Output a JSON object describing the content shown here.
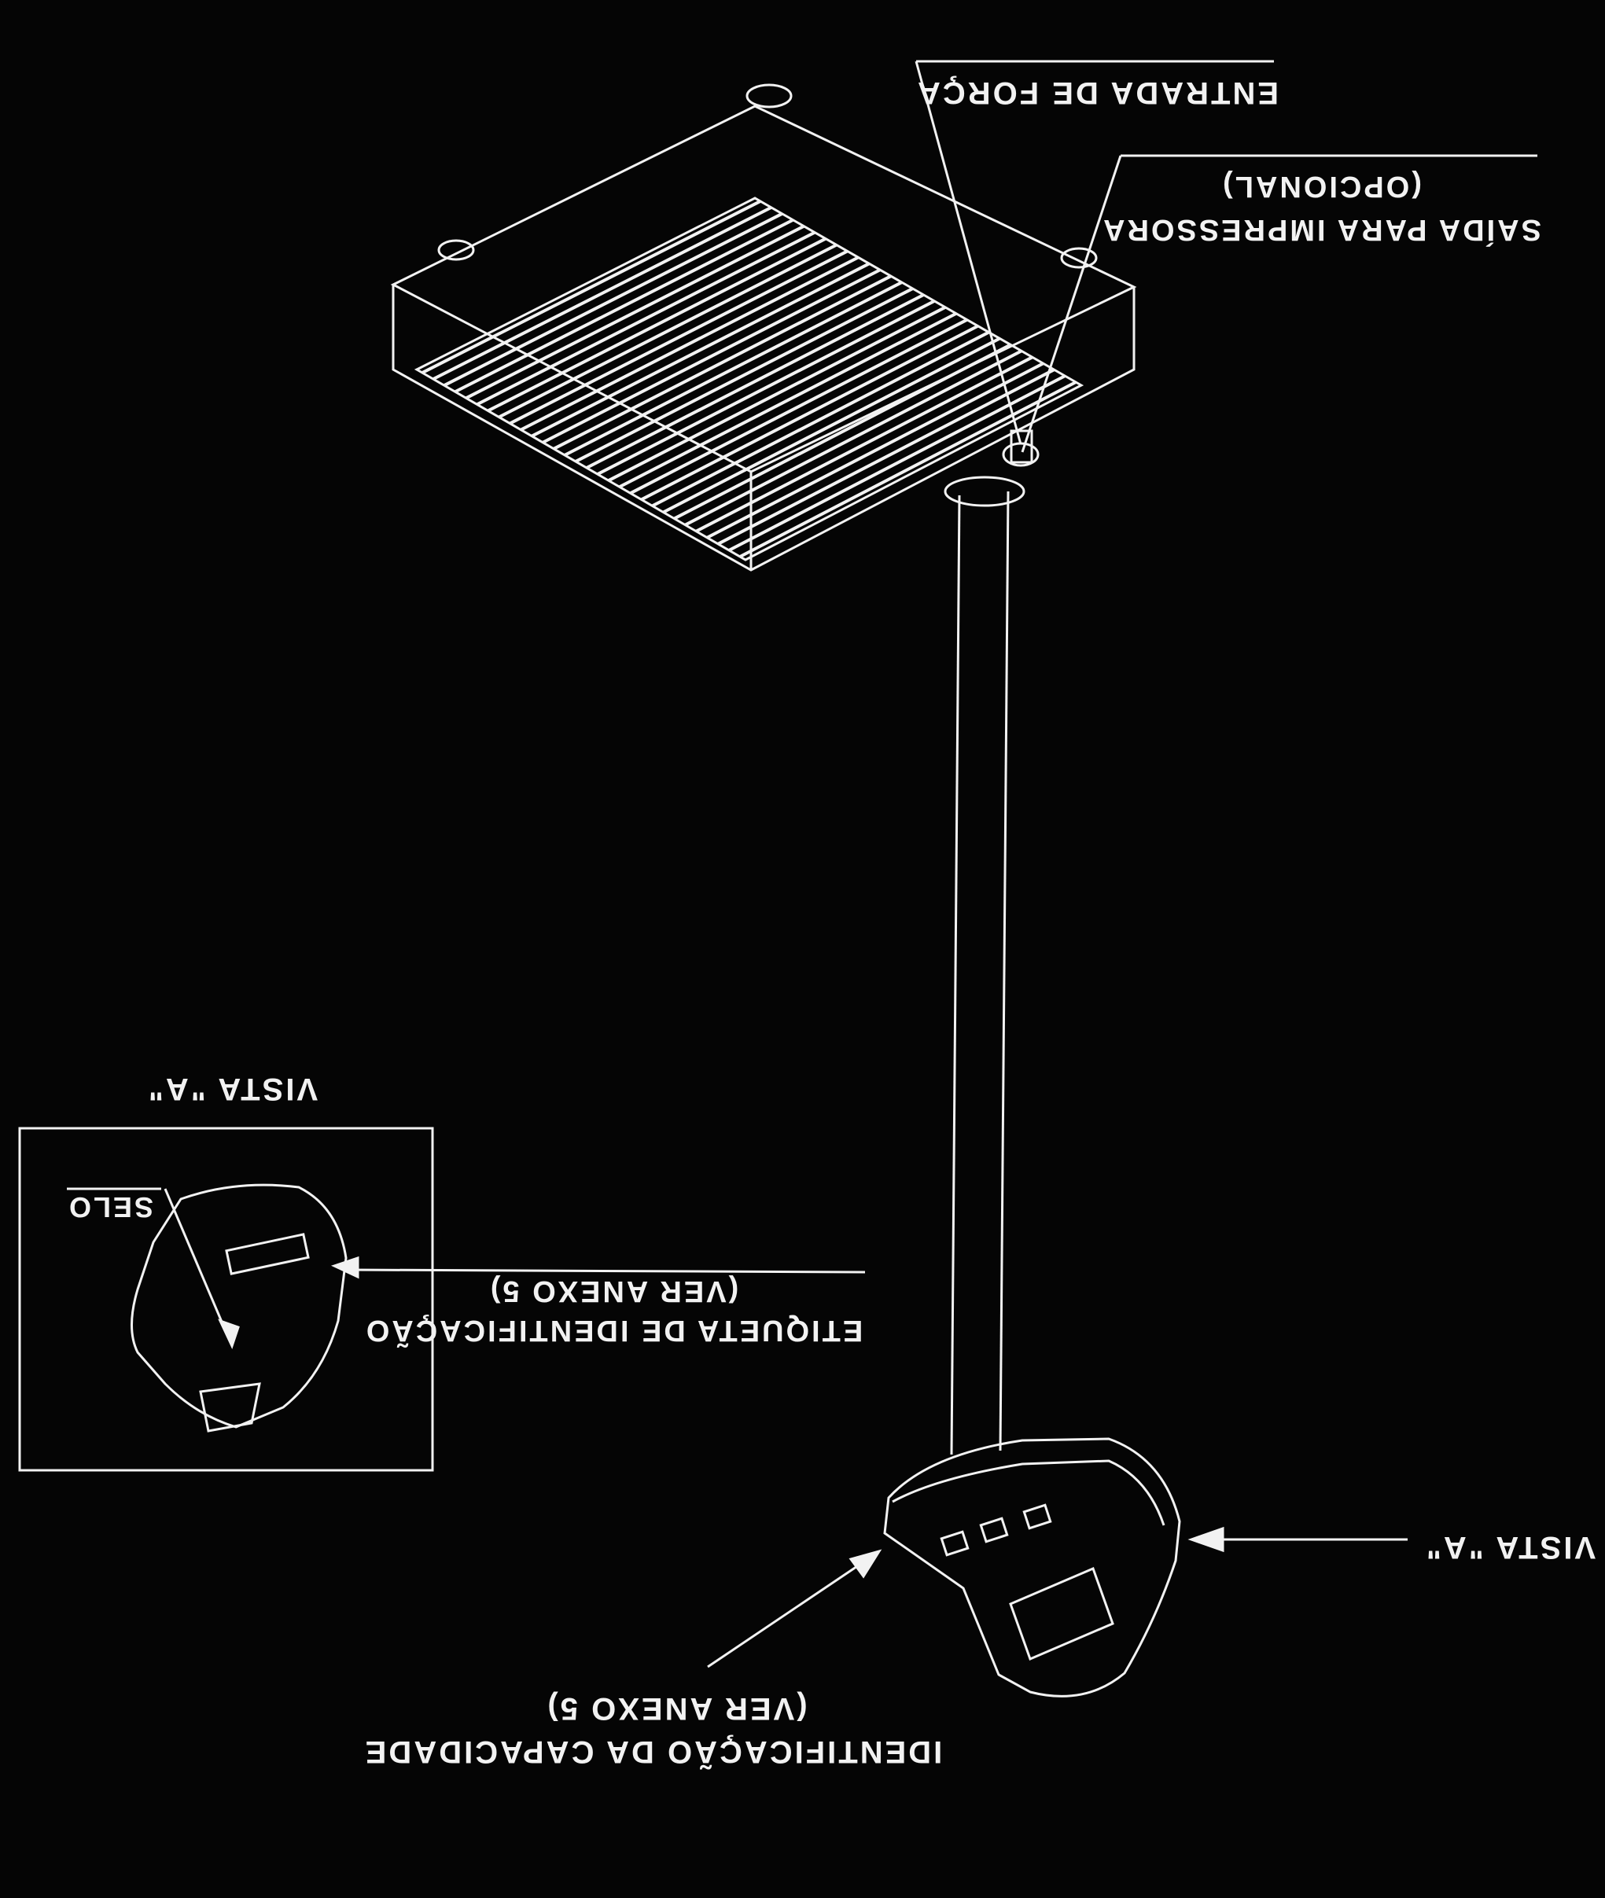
{
  "labels": {
    "power_input": "ENTRADA DE FORÇA",
    "printer_output_line1": "SAÍDA PARA IMPRESSORA",
    "printer_output_line2": "(OPCIONAL)",
    "view_a_right": "VISTA \"A\"",
    "view_a_inset": "VISTA \"A\"",
    "seal": "SELO",
    "id_label_line1": "ETIQUETA DE IDENTIFICAÇÃO",
    "id_label_line2": "(VER ANEXO 5)",
    "capacity_line1": "IDENTIFICAÇÃO DA CAPACIDADE",
    "capacity_line2": "(VER ANEXO 5)"
  },
  "colors": {
    "background": "#050505",
    "line": "#f2f2f2"
  }
}
